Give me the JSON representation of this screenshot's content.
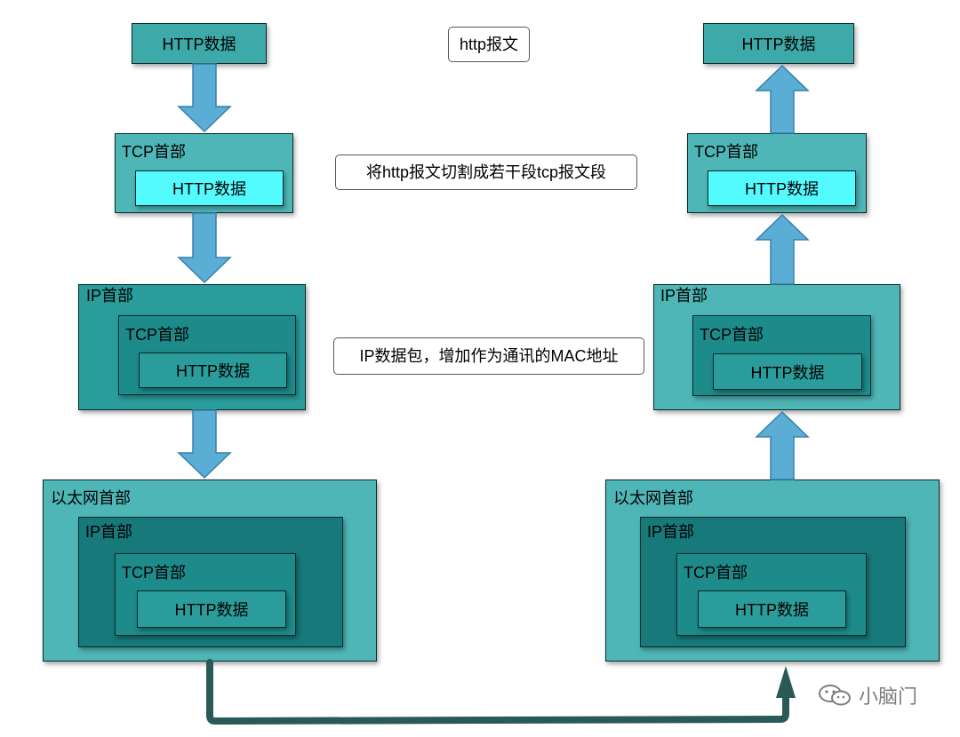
{
  "labels": {
    "http_data": "HTTP数据",
    "tcp_header": "TCP首部",
    "ip_header": "IP首部",
    "ethernet_header": "以太网首部"
  },
  "notes": {
    "http_message": "http报文",
    "tcp_split": "将http报文切割成若干段tcp报文段",
    "ip_packet": "IP数据包，增加作为通讯的MAC地址"
  },
  "watermark": "小脑门",
  "colors": {
    "arrow_fill": "#5aaed6",
    "arrow_stroke": "#3a7fa8",
    "transfer_line": "#2a5a58"
  }
}
